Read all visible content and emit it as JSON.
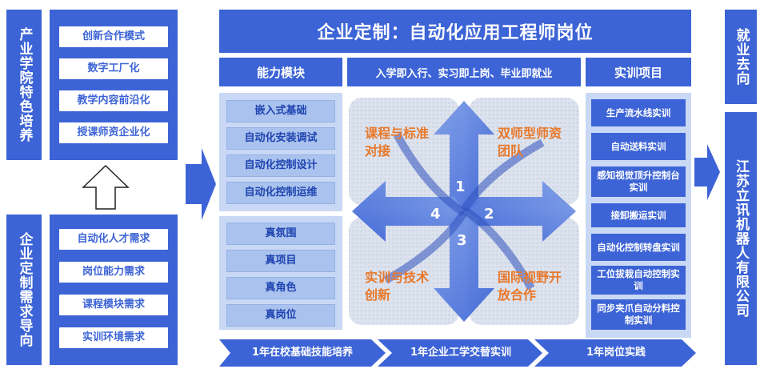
{
  "left_top": {
    "title": "产业学院特色培养",
    "items": [
      "创新合作模式",
      "数字工厂化",
      "教学内容前沿化",
      "授课师资企业化"
    ]
  },
  "left_bottom": {
    "title": "企业定制需求导向",
    "items": [
      "自动化人才需求",
      "岗位能力需求",
      "课程模块需求",
      "实训环境需求"
    ]
  },
  "main_title": "企业定制：自动化应用工程师岗位",
  "col_headers": {
    "ability": "能力模块",
    "middle": "入学即入行、实习即上岗、毕业即就业",
    "projects": "实训项目"
  },
  "ability_modules": [
    "嵌入式基础",
    "自动化安装调试",
    "自动化控制设计",
    "自动化控制运维"
  ],
  "real_items": [
    "真氛围",
    "真项目",
    "真角色",
    "真岗位"
  ],
  "center": {
    "quadrants": [
      "课程与标准对接",
      "双师型师资团队",
      "实训与技术创新",
      "国际视野开放合作"
    ],
    "numbers": [
      "1",
      "2",
      "3",
      "4"
    ]
  },
  "training_projects": [
    "生产流水线实训",
    "自动送料实训",
    "感知视觉顶升控制台实训",
    "接卸搬运实训",
    "自动化控制转盘实训",
    "工位拔栽自动控制实训",
    "同步夹爪自动分料控制实训"
  ],
  "stages": [
    "1年在校基础技能培养",
    "1年企业工学交替实训",
    "1年岗位实践"
  ],
  "right_top": "就业去向",
  "right_bottom": "江苏立讯机器人有限公司",
  "colors": {
    "primary": "#3d64d6",
    "pale": "#c9d8f5",
    "orange": "#e8782a"
  }
}
